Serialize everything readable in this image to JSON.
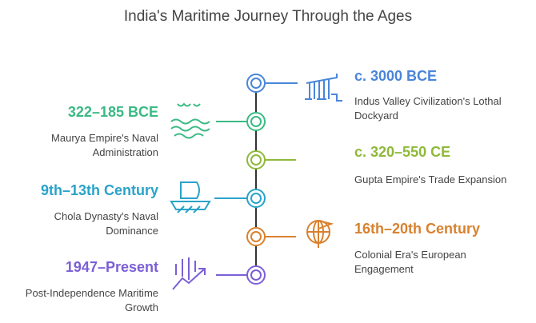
{
  "title": "India's Maritime Journey Through the Ages",
  "events": [
    {
      "period": "c. 3000 BCE",
      "description": "Indus Valley Civilization's Lothal Dockyard",
      "side": "right",
      "color": "#4a86d9",
      "icon": "dockyard-icon"
    },
    {
      "period": "322–185 BCE",
      "description": "Maurya Empire's Naval Administration",
      "side": "left",
      "color": "#3aba84",
      "icon": "waves-birds-icon"
    },
    {
      "period": "c. 320–550 CE",
      "description": "Gupta Empire's Trade Expansion",
      "side": "right",
      "color": "#8fb93a",
      "icon": "none"
    },
    {
      "period": "9th–13th Century",
      "description": "Chola Dynasty's Naval Dominance",
      "side": "left",
      "color": "#2aa3c9",
      "icon": "ship-icon"
    },
    {
      "period": "16th–20th Century",
      "description": "Colonial Era's European Engagement",
      "side": "right",
      "color": "#d9812e",
      "icon": "globe-flag-icon"
    },
    {
      "period": "1947–Present",
      "description": "Post-Independence Maritime Growth",
      "side": "left",
      "color": "#7b5fd6",
      "icon": "growth-chart-icon"
    }
  ]
}
